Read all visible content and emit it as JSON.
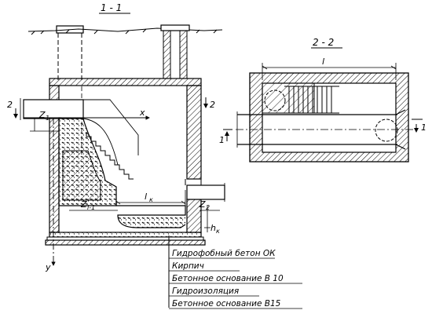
{
  "sections": {
    "section_1": "1 - 1",
    "section_2": "2 - 2"
  },
  "labels": {
    "z1": "Z",
    "z1_sub": "1",
    "x_axis": "x",
    "y_axis": "y",
    "lk": "l",
    "lk_sub": "к",
    "zi1": "Z",
    "zi1_sub": "i-1",
    "z2": "Z",
    "z2_sub": "2",
    "hk": "h",
    "hk_sub": "к",
    "cut2_left": "2",
    "cut2_right": "2",
    "l_length": "l",
    "cut1_left": "1",
    "cut1_right": "1"
  },
  "legend": [
    "Гидрофобный бетон ОК",
    "Кирпич",
    "Бетонное основание В 10",
    "Гидроизоляция",
    "Бетонное основание В15"
  ]
}
